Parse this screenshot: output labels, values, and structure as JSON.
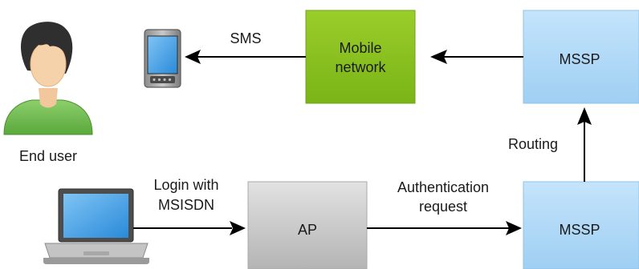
{
  "nodes": {
    "end_user": {
      "label": "End user"
    },
    "mobile_network": {
      "label_line1": "Mobile",
      "label_line2": "network"
    },
    "mssp_top": {
      "label": "MSSP"
    },
    "mssp_bottom": {
      "label": "MSSP"
    },
    "ap": {
      "label": "AP"
    }
  },
  "edges": {
    "sms": {
      "label": "SMS"
    },
    "routing": {
      "label": "Routing"
    },
    "login": {
      "label_line1": "Login with",
      "label_line2": "MSISDN"
    },
    "auth": {
      "label_line1": "Authentication",
      "label_line2": "request"
    }
  },
  "colors": {
    "mobile_network": "#8cc31f",
    "mssp": "#aed8f7",
    "ap": "#c8c8c8",
    "arrow": "#000000"
  },
  "icons": [
    "phone-icon",
    "person-icon",
    "laptop-icon"
  ]
}
